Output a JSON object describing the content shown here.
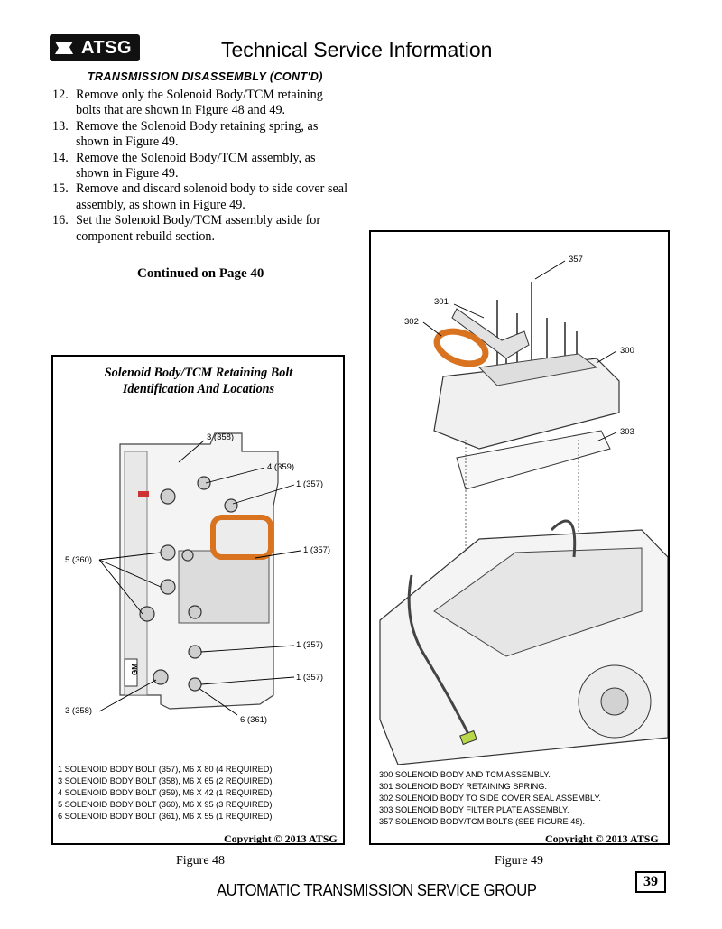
{
  "header": {
    "logo_text": "ATSG",
    "title": "Technical Service Information",
    "section": "TRANSMISSION DISASSEMBLY (CONT'D)"
  },
  "steps": [
    {
      "num": "12.",
      "text": "Remove only the Solenoid Body/TCM retaining bolts that are shown in Figure 48 and 49."
    },
    {
      "num": "13.",
      "text": "Remove the Solenoid Body retaining spring, as shown in Figure 49."
    },
    {
      "num": "14.",
      "text": "Remove the Solenoid Body/TCM assembly, as shown in Figure 49."
    },
    {
      "num": "15.",
      "text": "Remove and discard solenoid body to side cover seal assembly, as shown in Figure 49."
    },
    {
      "num": "16.",
      "text": "Set the Solenoid Body/TCM assembly aside for component rebuild section."
    }
  ],
  "continued": "Continued on Page 40",
  "figure48": {
    "title_line1": "Solenoid Body/TCM Retaining Bolt",
    "title_line2": "Identification And Locations",
    "callouts": [
      "3 (358)",
      "4 (359)",
      "1 (357)",
      "1 (357)",
      "5 (360)",
      "1 (357)",
      "1 (357)",
      "3 (358)",
      "6 (361)"
    ],
    "legend": [
      "1  SOLENOID BODY BOLT (357), M6 X 80  (4 REQUIRED).",
      "3  SOLENOID BODY BOLT (358), M6 X 65  (2 REQUIRED).",
      "4  SOLENOID BODY BOLT (359), M6 X 42  (1 REQUIRED).",
      "5  SOLENOID BODY BOLT (360), M6 X 95  (3 REQUIRED).",
      "6  SOLENOID BODY BOLT (361), M6 X 55  (1 REQUIRED)."
    ],
    "copyright": "Copyright © 2013 ATSG",
    "caption": "Figure 48",
    "label_gm": "GM"
  },
  "figure49": {
    "callouts": [
      "357",
      "301",
      "302",
      "300",
      "303"
    ],
    "legend": [
      "300  SOLENOID BODY AND TCM ASSEMBLY.",
      "301  SOLENOID BODY RETAINING SPRING.",
      "302  SOLENOID BODY TO SIDE COVER SEAL ASSEMBLY.",
      "303  SOLENOID BODY FILTER PLATE ASSEMBLY.",
      "357  SOLENOID BODY/TCM BOLTS  (SEE FIGURE 48)."
    ],
    "copyright": "Copyright © 2013 ATSG",
    "caption": "Figure 49"
  },
  "footer": {
    "text": "AUTOMATIC TRANSMISSION SERVICE GROUP",
    "page": "39"
  },
  "colors": {
    "seal_orange": "#d9731f",
    "connector_green": "#b8d84a"
  }
}
